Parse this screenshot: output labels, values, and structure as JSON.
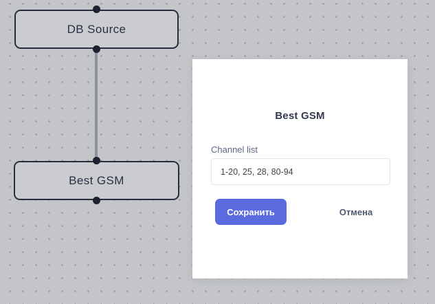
{
  "canvas": {
    "nodes": [
      {
        "label": "DB Source"
      },
      {
        "label": "Best GSM"
      }
    ],
    "edge": {
      "from": "DB Source",
      "to": "Best GSM"
    }
  },
  "modal": {
    "title": "Best GSM",
    "field": {
      "label": "Channel list",
      "value": "1-20, 25, 28, 80-94"
    },
    "buttons": {
      "save": "Сохранить",
      "cancel": "Отмена"
    }
  },
  "colors": {
    "canvas_background": "#c3c5c9",
    "dot_grid": "#95979c",
    "node_fill": "#cbccd0",
    "node_border": "#272d3c",
    "edge": "#8e929a",
    "port": "#1d2230",
    "accent_button": "#5a6be0",
    "modal_background": "#ffffff",
    "title_text": "#323a4e",
    "label_text": "#5c6a84",
    "cancel_text": "#4e5a73"
  }
}
